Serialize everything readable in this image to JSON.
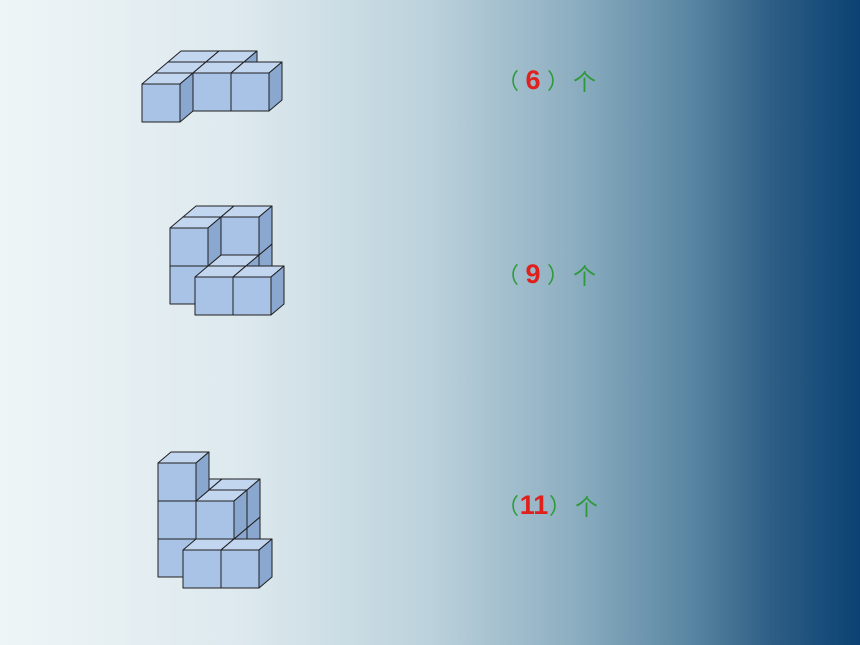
{
  "colors": {
    "cube_front": "#a9c3e6",
    "cube_top": "#c3d6f0",
    "cube_side": "#8aa7cf",
    "cube_edge": "#1f1f1f",
    "paren_text": "#2e9a3a",
    "answer_text": "#e0201c"
  },
  "questions": [
    {
      "open": "（",
      "answer": "6",
      "close": "）",
      "unit": "个"
    },
    {
      "open": "（",
      "answer": "9",
      "close": "）",
      "unit": "个"
    },
    {
      "open": "（",
      "answer": "11",
      "close": "）",
      "unit": "个"
    }
  ]
}
